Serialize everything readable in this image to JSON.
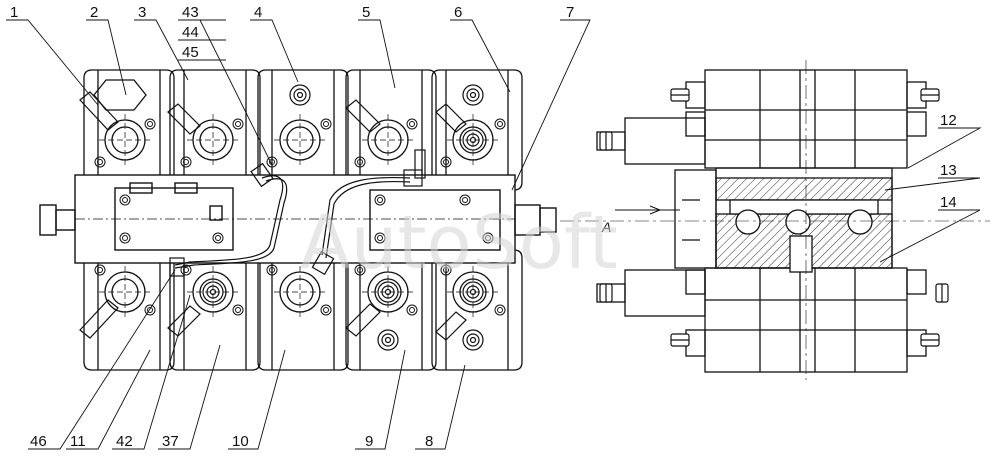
{
  "callouts": {
    "c1": "1",
    "c2": "2",
    "c3": "3",
    "c43": "43",
    "c44": "44",
    "c45": "45",
    "c4": "4",
    "c5": "5",
    "c6": "6",
    "c7": "7",
    "c12": "12",
    "c13": "13",
    "c14": "14",
    "c46": "46",
    "c11": "11",
    "c42": "42",
    "c37": "37",
    "c10": "10",
    "c9": "9",
    "c8": "8"
  },
  "view_label": "A",
  "watermark": "AutoSoft",
  "colors": {
    "line": "#111111",
    "hatch": "#333333",
    "watermark": "#d4d4d4"
  }
}
